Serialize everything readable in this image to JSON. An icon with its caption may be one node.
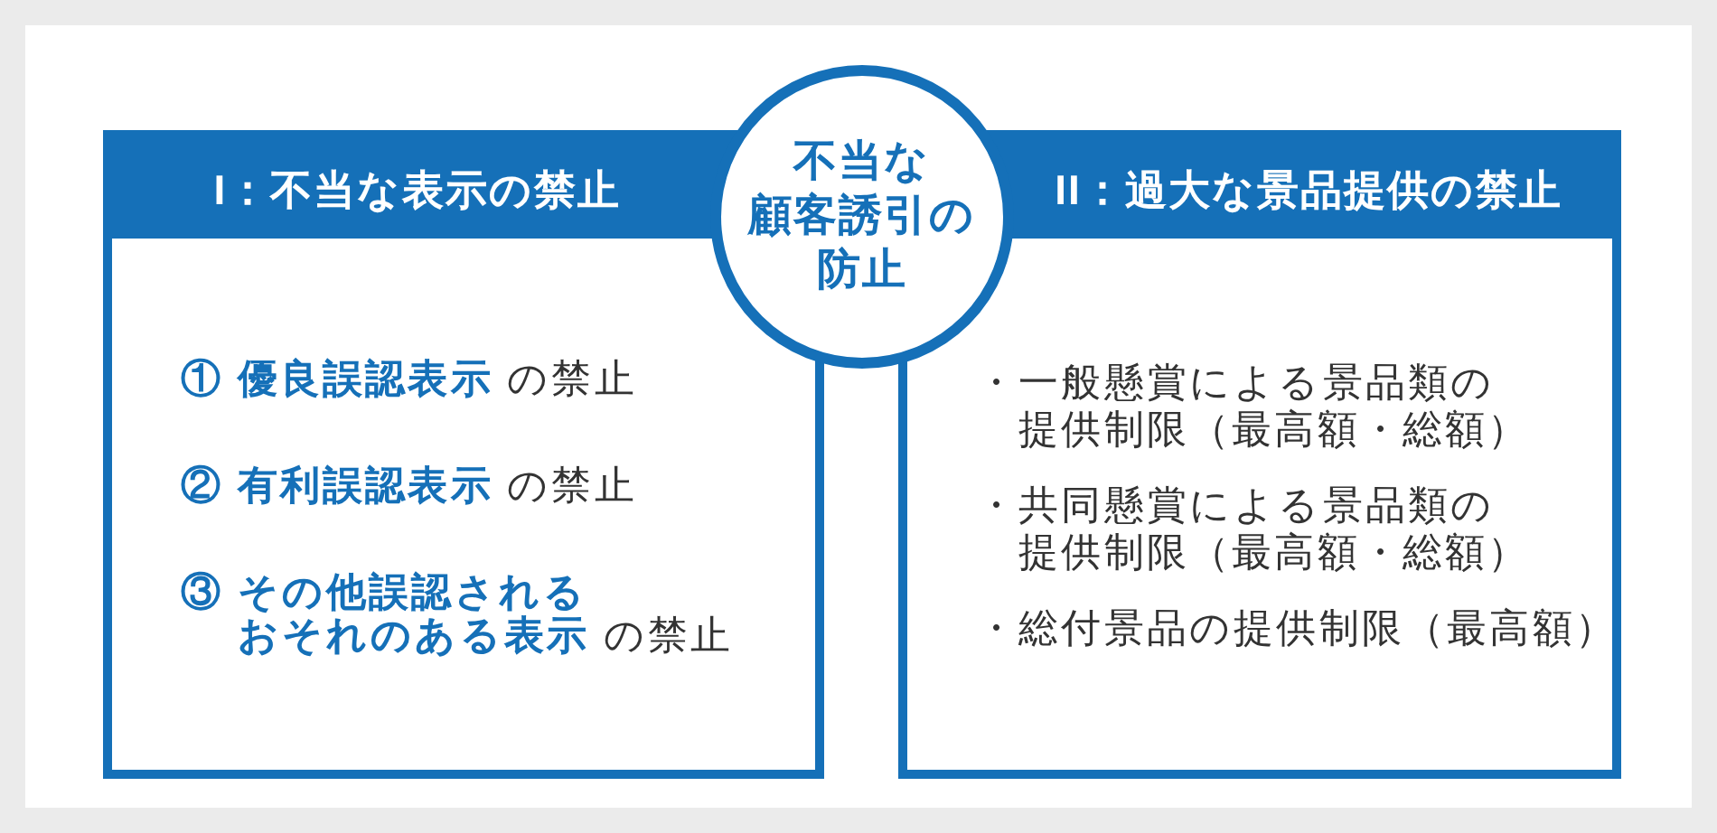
{
  "diagram": {
    "nodes": [
      {
        "text": [
          "不当な顧客誘引の防止"
        ]
      },
      {
        "text": [
          "I：不当な表示の禁止",
          "**① 優良誤認表示** の禁止",
          "**② 有利誤認表示** の禁止",
          "**③ その他誤認されるおそれのある表示** の禁止"
        ]
      },
      {
        "text": [
          "II：過大な景品提供の禁止",
          "・一般懸賞による景品類の提供制限（最高額・総額）",
          "・共同懸賞による景品類の提供制限（最高額・総額）",
          "・総付景品の提供制限（最高額）"
        ]
      }
    ]
  }
}
